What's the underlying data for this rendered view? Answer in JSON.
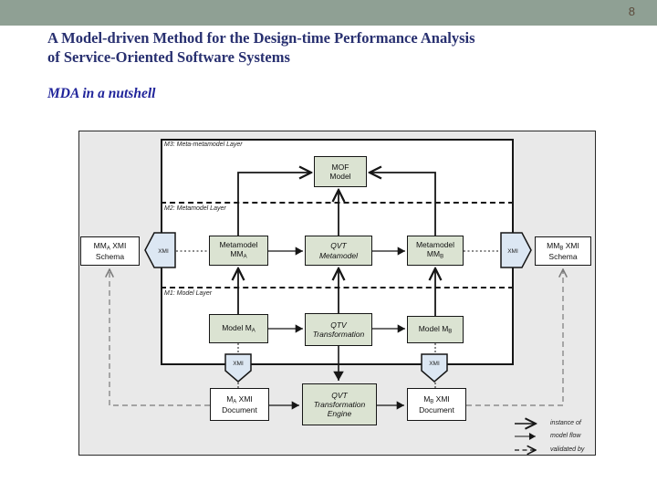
{
  "page": {
    "number": "8"
  },
  "title": {
    "line1": "A Model-driven Method for the Design-time Performance Analysis",
    "line2": "of Service-Oriented Software Systems"
  },
  "subtitle": "MDA in a nutshell",
  "colors": {
    "header_bar": "#8fa094",
    "title_navy": "#283070",
    "subtitle_navy": "#20249a",
    "page_number_brown": "#5c4b3c",
    "figure_background": "#e9e9e9",
    "node_green": "#dbe3d2",
    "pentagon_blue": "#dce7f3",
    "validated_by_grey": "#7a7a7a"
  },
  "diagram": {
    "layers": {
      "m3": "M3: Meta-metamodel Layer",
      "m2": "M2: Metamodel Layer",
      "m1": "M1: Model Layer"
    },
    "nodes": {
      "mof": {
        "line1": "MOF",
        "line2": "Model"
      },
      "metamodel_a": {
        "line1": "Metamodel",
        "line2_main": "MM",
        "line2_sub": "A"
      },
      "qvt_metamodel": {
        "line1": "QVT",
        "line2": "Metamodel"
      },
      "metamodel_b": {
        "line1": "Metamodel",
        "line2_main": "MM",
        "line2_sub": "B"
      },
      "model_a": {
        "main": "Model M",
        "sub": "A"
      },
      "qtv_transformation": {
        "line1": "QTV",
        "line2": "Transformation"
      },
      "model_b": {
        "main": "Model M",
        "sub": "B"
      },
      "qvt_engine": {
        "line1": "QVT",
        "line2": "Transformation",
        "line3": "Engine"
      },
      "schema_a": {
        "l1_main": "MM",
        "l1_sub": "A",
        "l1_post": " XMI",
        "line2": "Schema"
      },
      "schema_b": {
        "l1_main": "MM",
        "l1_sub": "B",
        "l1_post": " XMI",
        "line2": "Schema"
      },
      "doc_a": {
        "l1_main": "M",
        "l1_sub": "A",
        "l1_post": " XMI",
        "line2": "Document"
      },
      "doc_b": {
        "l1_main": "M",
        "l1_sub": "B",
        "l1_post": " XMI",
        "line2": "Document"
      },
      "xmi_label": "XMI"
    },
    "legend": {
      "instance_of": "instance of",
      "model_flow": "model flow",
      "validated_by": "validated by"
    }
  }
}
